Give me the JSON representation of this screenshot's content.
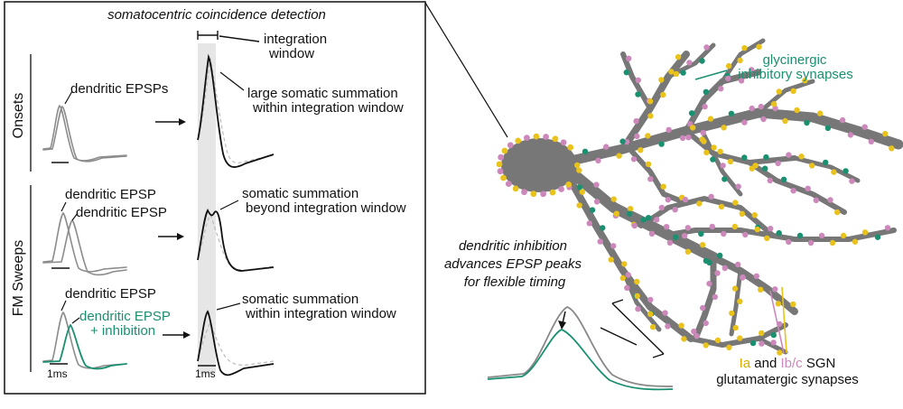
{
  "title": "somatocentric coincidence detection",
  "rows": {
    "onsets": "Onsets",
    "fm_sweeps": "FM Sweeps"
  },
  "labels": {
    "integration_window_1": "integration",
    "integration_window_2": "window",
    "dendritic_epsps": "dendritic EPSPs",
    "large_summation_1": "large somatic summation",
    "large_summation_2": "within integration window",
    "dendritic_epsp_a": "dendritic EPSP",
    "dendritic_epsp_b": "dendritic EPSP",
    "beyond_summation_1": "somatic summation",
    "beyond_summation_2": "beyond integration window",
    "dendritic_epsp_c": "dendritic EPSP",
    "dendritic_epsp_inh_1": "dendritic EPSP",
    "dendritic_epsp_inh_2": "+ inhibition",
    "within_summation_1": "somatic summation",
    "within_summation_2": "within integration window",
    "scale_left": "1ms",
    "scale_right": "1ms"
  },
  "right_labels": {
    "glycinergic_1": "glycinergic",
    "glycinergic_2": "inhibitory synapses",
    "inhibition_1": "dendritic inhibition",
    "inhibition_2": "advances EPSP peaks",
    "inhibition_3": "for flexible timing",
    "ia": "Ia",
    "and": " and ",
    "ibc": "Ib/c",
    "sgn": " SGN",
    "glutamatergic": "glutamatergic synapses"
  },
  "colors": {
    "neuron": "#777777",
    "green": "#1a9071",
    "yellow": "#e9c21c",
    "pink": "#cc88bb",
    "gray_trace": "#8c8c8c",
    "window": "#e6e6e6"
  }
}
